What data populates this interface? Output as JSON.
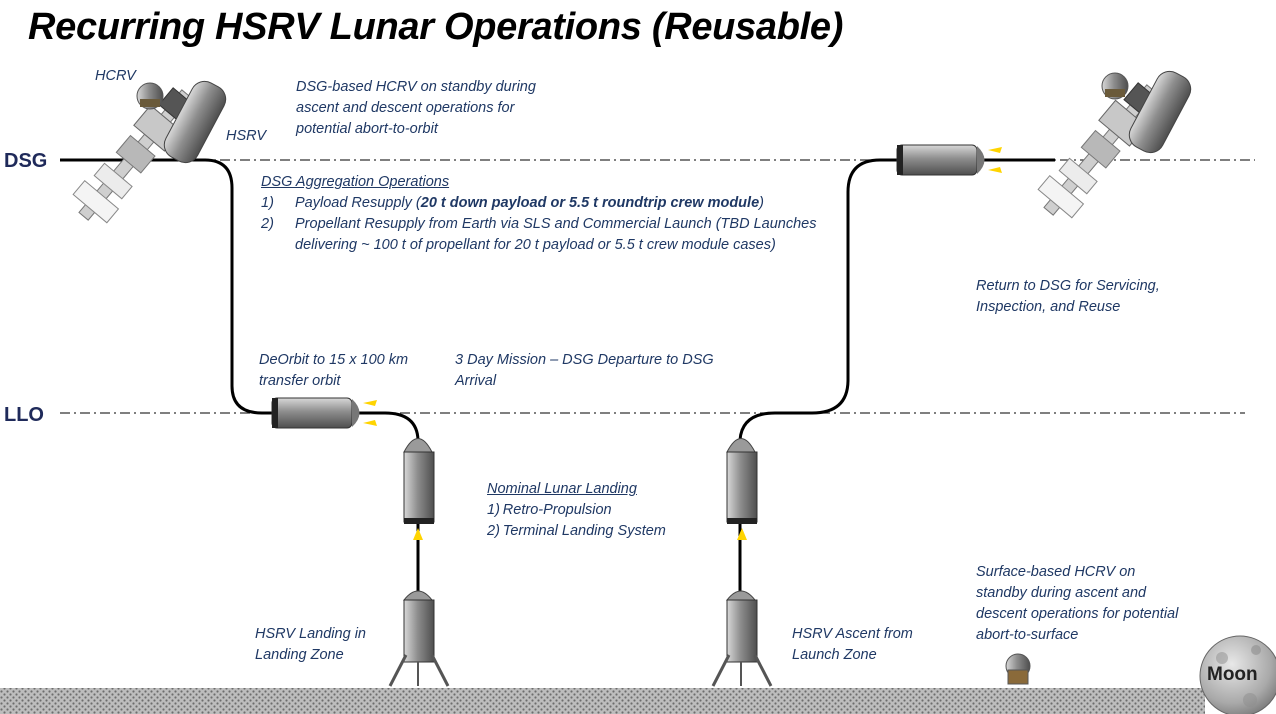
{
  "title": "Recurring HSRV Lunar Operations (Reusable)",
  "orbits": {
    "dsg": "DSG",
    "llo": "LLO"
  },
  "vehicles": {
    "hcrv": "HCRV",
    "hsrv": "HSRV"
  },
  "notes": {
    "dsg_standby": "DSG-based HCRV on standby during ascent and descent operations for potential abort-to-orbit",
    "aggregation": {
      "heading": "DSG Aggregation Operations",
      "items": [
        {
          "num": "1)",
          "prefix": "Payload Resupply (",
          "bold": "20 t down payload or 5.5 t roundtrip crew module",
          "suffix": ")"
        },
        {
          "num": "2)",
          "text": "Propellant Resupply from Earth via SLS and Commercial Launch (TBD Launches delivering ~ 100 t of propellant for 20 t payload or 5.5 t crew module cases)"
        }
      ]
    },
    "return_dsg": "Return to DSG for Servicing, Inspection, and Reuse",
    "deorbit": "DeOrbit to 15 x 100 km transfer orbit",
    "mission": "3 Day Mission – DSG Departure to DSG Arrival",
    "landing": {
      "heading": "Nominal Lunar Landing",
      "items": [
        "1) Retro-Propulsion",
        "2) Terminal Landing System"
      ]
    },
    "surface_standby": "Surface-based HCRV on standby during ascent and descent operations for potential abort-to-surface",
    "hsrv_landing": "HSRV Landing in Landing Zone",
    "hsrv_ascent": "HSRV Ascent from Launch Zone"
  },
  "moon_label": "Moon",
  "colors": {
    "note_text": "#1f3864",
    "orbit_label": "#1f2a5a",
    "thruster_flame": "#ffd400",
    "vehicle_body": "#8a8a8a"
  }
}
